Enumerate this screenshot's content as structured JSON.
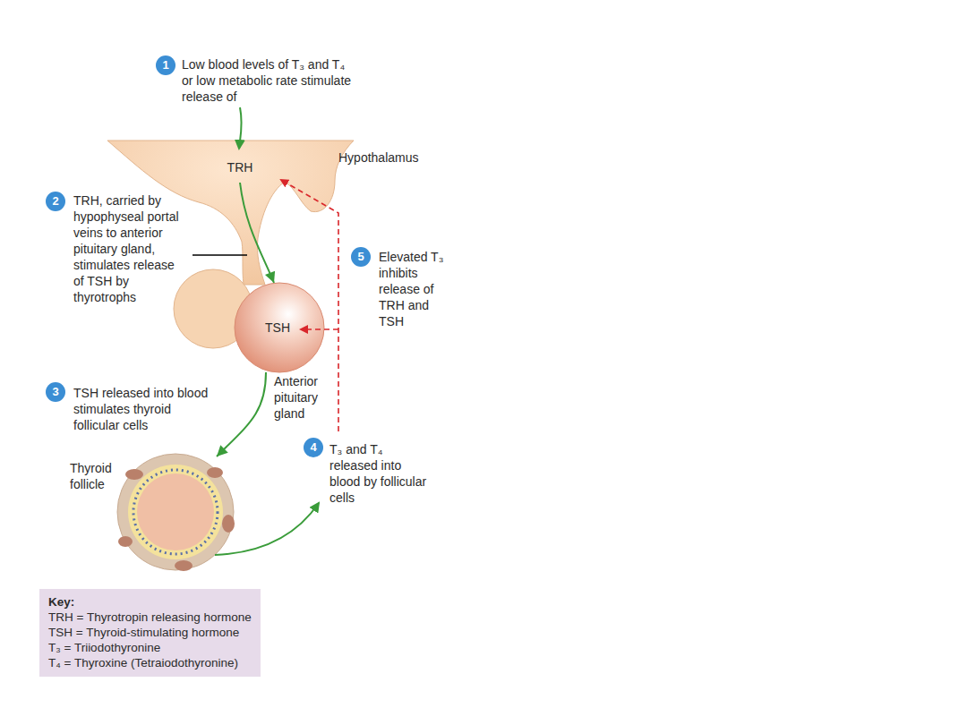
{
  "diagram": {
    "nodes": [
      {
        "text": [
          "TRH",
          "Hypothalamus"
        ]
      },
      {
        "text": [
          "TSH",
          "Anterior pituitary gland"
        ]
      },
      {
        "text": [
          "Thyroid follicle"
        ]
      },
      {
        "text": [
          "Key:",
          "TRH = Thyrotropin releasing hormone",
          "TSH = Thyroid-stimulating hormone",
          "T₃ = Triiodothyronine",
          "T₄ = Thyroxine (Tetraiodothyronine)"
        ]
      }
    ],
    "edges": [
      {
        "from": 0,
        "to": 1,
        "arrow": "to"
      },
      {
        "from": 1,
        "to": 2,
        "arrow": "to"
      }
    ],
    "labels": [
      "1",
      "Low blood levels of T₃ and T₄ or low metabolic rate stimulate release of",
      "2",
      "TRH, carried by hypophyseal portal veins to anterior pituitary gland, stimulates release of TSH by thyrotrophs",
      "3",
      "TSH released into blood stimulates thyroid follicular cells",
      "4",
      "T₃ and T₄ released into blood by follicular cells",
      "5",
      "Elevated T₃ inhibits release of TRH and TSH"
    ]
  }
}
